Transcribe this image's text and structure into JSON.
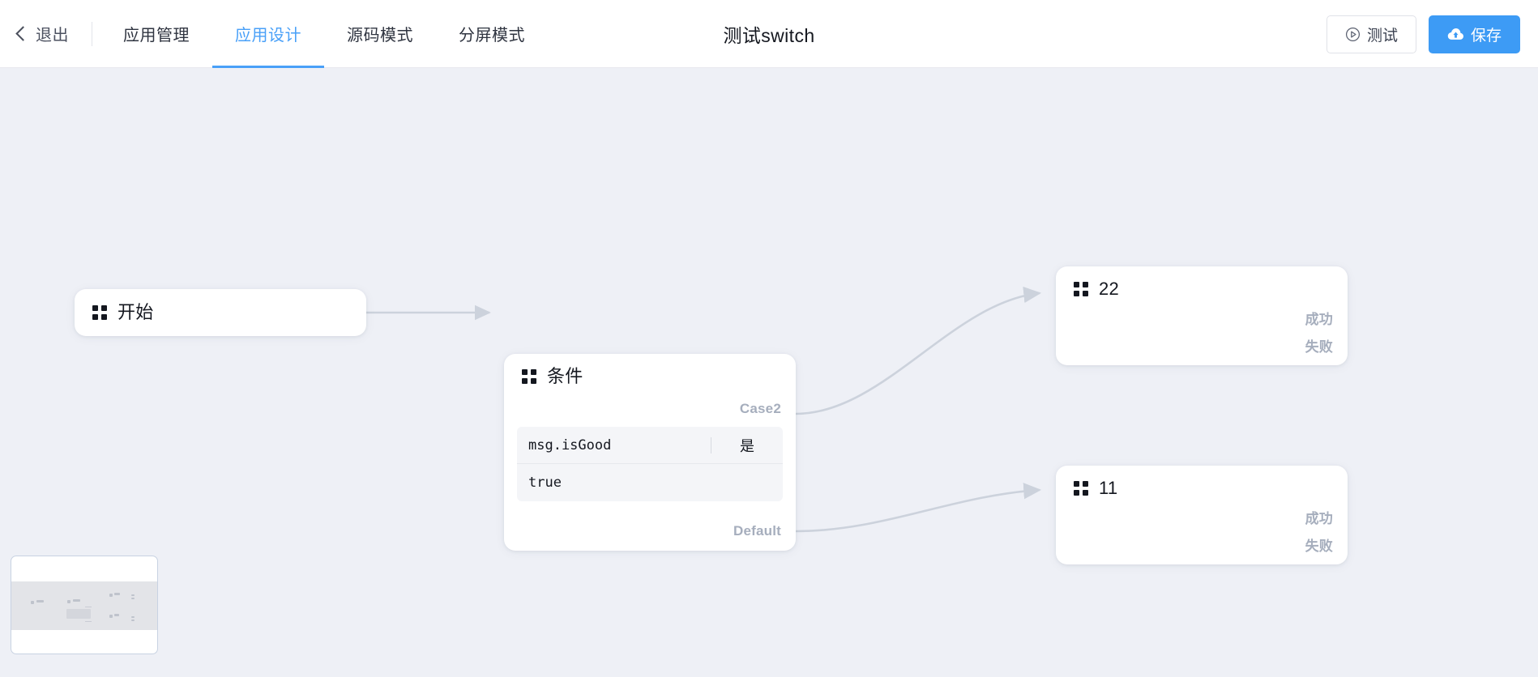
{
  "header": {
    "exit": {
      "label": "退出",
      "icon": "chevron-left-icon"
    },
    "tabs": [
      {
        "label": "应用管理",
        "active": false
      },
      {
        "label": "应用设计",
        "active": true
      },
      {
        "label": "源码模式",
        "active": false
      },
      {
        "label": "分屏模式",
        "active": false
      }
    ],
    "title": "测试switch",
    "actions": {
      "test": {
        "label": "测试",
        "icon": "play-circle-icon"
      },
      "save": {
        "label": "保存",
        "icon": "cloud-upload-icon"
      }
    },
    "accent_color": "#49a0f8",
    "save_button_color": "#3d9bf5"
  },
  "canvas": {
    "background_color": "#eef0f6",
    "edge_color": "#ccd2dc",
    "nodes": [
      {
        "id": "start",
        "icon": "grid-2x2-icon",
        "title": "开始",
        "ports": []
      },
      {
        "id": "condition",
        "icon": "grid-2x2-icon",
        "title": "条件",
        "ports": [
          "Case2",
          "Default"
        ],
        "table": {
          "key": "msg.isGood",
          "value_label": "是",
          "value": "true"
        }
      },
      {
        "id": "node22",
        "icon": "grid-2x2-icon",
        "title": "22",
        "ports": [
          "成功",
          "失败"
        ]
      },
      {
        "id": "node11",
        "icon": "grid-2x2-icon",
        "title": "11",
        "ports": [
          "成功",
          "失败"
        ]
      }
    ]
  },
  "minimap": {
    "name": "flow-minimap"
  }
}
